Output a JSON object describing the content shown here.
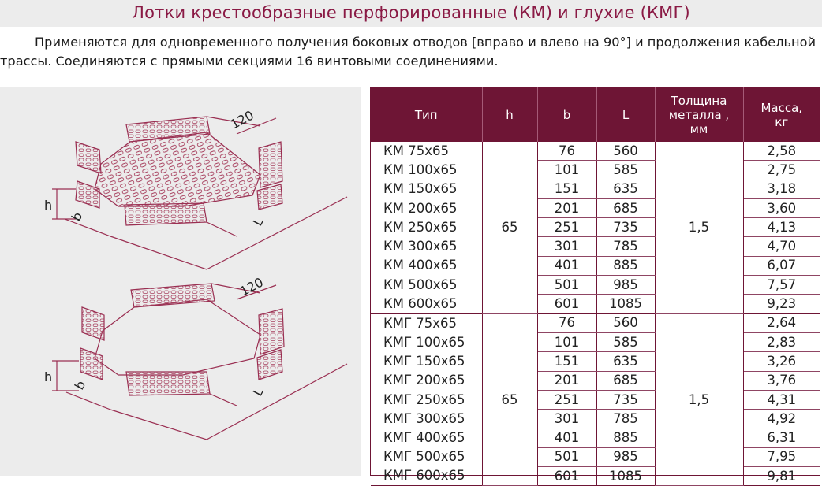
{
  "title": "Лотки крестообразные перфорированные (КМ) и глухие (КМГ)",
  "intro": {
    "line1": "Применяются для одновременного получения боковых отводов [вправо и влево на 90°] и продолжения кабельной",
    "line2": "трассы. Соединяются с прямыми секциями 16 винтовыми соединениями."
  },
  "drawings": {
    "top": {
      "dim_120": "120",
      "dim_h": "h",
      "dim_b": "b",
      "dim_L": "L"
    },
    "bottom": {
      "dim_120": "120",
      "dim_h": "h",
      "dim_b": "b",
      "dim_L": "L"
    }
  },
  "colors": {
    "accent": "#6e1535",
    "title": "#8a1a45",
    "panel": "#ececec"
  },
  "table": {
    "headers": {
      "type": "Тип",
      "h": "h",
      "b": "b",
      "L": "L",
      "thickness_line1": "Толщина",
      "thickness_line2": "металла ,",
      "thickness_line3": "мм",
      "mass_line1": "Масса,",
      "mass_line2": "кг"
    },
    "groups": [
      {
        "h": "65",
        "thickness": "1,5",
        "rows": [
          {
            "type": "КМ 75х65",
            "b": "76",
            "L": "560",
            "mass": "2,58"
          },
          {
            "type": "КМ 100х65",
            "b": "101",
            "L": "585",
            "mass": "2,75"
          },
          {
            "type": "КМ 150х65",
            "b": "151",
            "L": "635",
            "mass": "3,18"
          },
          {
            "type": "КМ 200х65",
            "b": "201",
            "L": "685",
            "mass": "3,60"
          },
          {
            "type": "КМ 250х65",
            "b": "251",
            "L": "735",
            "mass": "4,13"
          },
          {
            "type": "КМ 300х65",
            "b": "301",
            "L": "785",
            "mass": "4,70"
          },
          {
            "type": "КМ 400х65",
            "b": "401",
            "L": "885",
            "mass": "6,07"
          },
          {
            "type": "КМ 500х65",
            "b": "501",
            "L": "985",
            "mass": "7,57"
          },
          {
            "type": "КМ 600х65",
            "b": "601",
            "L": "1085",
            "mass": "9,23"
          }
        ]
      },
      {
        "h": "65",
        "thickness": "1,5",
        "rows": [
          {
            "type": "КМГ 75х65",
            "b": "76",
            "L": "560",
            "mass": "2,64"
          },
          {
            "type": "КМГ 100х65",
            "b": "101",
            "L": "585",
            "mass": "2,83"
          },
          {
            "type": "КМГ 150х65",
            "b": "151",
            "L": "635",
            "mass": "3,26"
          },
          {
            "type": "КМГ 200х65",
            "b": "201",
            "L": "685",
            "mass": "3,76"
          },
          {
            "type": "КМГ 250х65",
            "b": "251",
            "L": "735",
            "mass": "4,31"
          },
          {
            "type": "КМГ 300х65",
            "b": "301",
            "L": "785",
            "mass": "4,92"
          },
          {
            "type": "КМГ 400х65",
            "b": "401",
            "L": "885",
            "mass": "6,31"
          },
          {
            "type": "КМГ 500х65",
            "b": "501",
            "L": "985",
            "mass": "7,95"
          },
          {
            "type": "КМГ 600х65",
            "b": "601",
            "L": "1085",
            "mass": "9,81"
          }
        ]
      }
    ]
  }
}
